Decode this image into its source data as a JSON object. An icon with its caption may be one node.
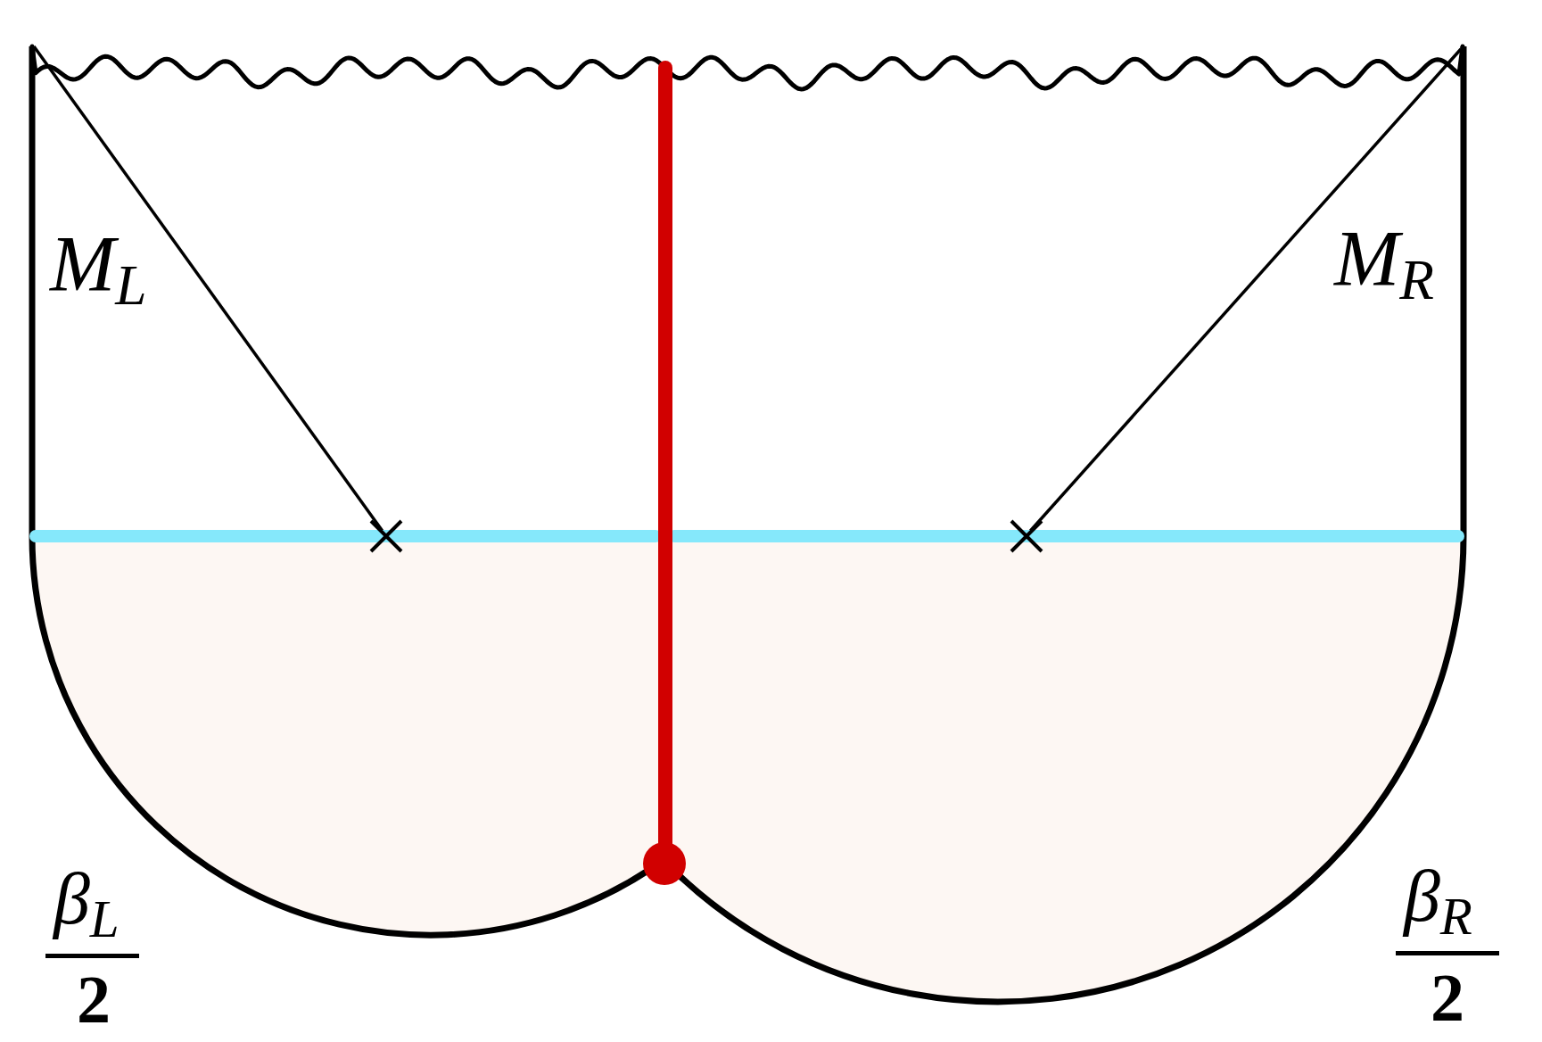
{
  "diagram": {
    "labels": [
      "M$_{L}$",
      "M$_{R}$",
      "β$_{L}$",
      "2",
      "β$_{R}$",
      "2"
    ]
  }
}
